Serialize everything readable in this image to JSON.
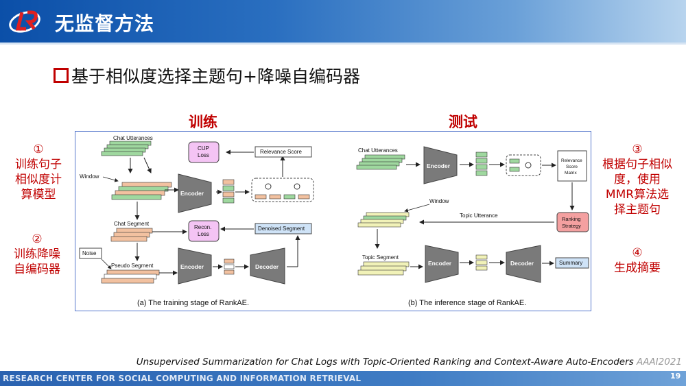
{
  "header": {
    "title": "无监督方法"
  },
  "subtitle": "基于相似度选择主题句+降噪自编码器",
  "train_label": "训练",
  "test_label": "测试",
  "left_notes": {
    "n1_num": "①",
    "n1_l1": "训练句子",
    "n1_l2": "相似度计",
    "n1_l3": "算模型",
    "n2_num": "②",
    "n2_l1": "训练降噪",
    "n2_l2": "自编码器"
  },
  "right_notes": {
    "n3_num": "③",
    "n3_l1": "根据句子相似",
    "n3_l2": "度，使用",
    "n3_l3": "MMR算法选",
    "n3_l4": "择主题句",
    "n4_num": "④",
    "n4_l1": "生成摘要"
  },
  "figure": {
    "a": {
      "chat_utterances": "Chat Utterances",
      "window": "Window",
      "encoder": "Encoder",
      "cup_loss_1": "CUP",
      "cup_loss_2": "Loss",
      "relevance_score": "Relevance Score",
      "chat_segment": "Chat Segment",
      "recon_loss_1": "Recon.",
      "recon_loss_2": "Loss",
      "denoised_segment": "Denoised Segment",
      "noise": "Noise",
      "pseudo_segment": "Pseudo Segment",
      "encoder2": "Encoder",
      "decoder": "Decoder",
      "caption": "(a) The training stage of RankAE."
    },
    "b": {
      "chat_utterances": "Chat Utterances",
      "encoder": "Encoder",
      "rel_matrix_1": "Relevance",
      "rel_matrix_2": "Score",
      "rel_matrix_3": "Matrix",
      "window": "Window",
      "topic_utterance": "Topic Utterance",
      "ranking_1": "Ranking",
      "ranking_2": "Strategy",
      "topic_segment": "Topic Segment",
      "encoder2": "Encoder",
      "decoder": "Decoder",
      "summary": "Summary",
      "caption": "(b) The inference stage of RankAE."
    }
  },
  "citation": {
    "text": "Unsupervised Summarization for Chat Logs with Topic-Oriented Ranking and Context-Aware Auto-Encoders",
    "conf": "AAAI2021"
  },
  "footer": {
    "text": "RESEARCH CENTER FOR SOCIAL COMPUTING AND INFORMATION RETRIEVAL",
    "page": "19"
  },
  "colors": {
    "accent_red": "#c00000",
    "header_blue": "#0b4fa8",
    "green": "#9fd89f",
    "pink": "#f2c1a0",
    "yellow": "#f1f2b8"
  }
}
